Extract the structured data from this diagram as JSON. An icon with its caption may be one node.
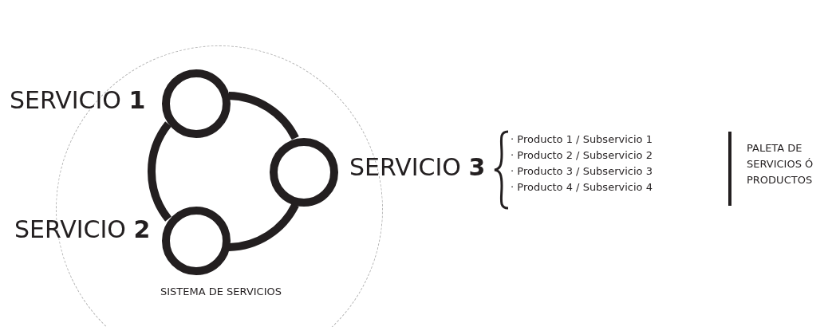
{
  "diagram": {
    "nodes": [
      {
        "text": [
          "SISTEMA DE SERVICIOS"
        ]
      },
      {
        "text": [],
        "shape": "circle",
        "in": 0,
        "beside": [
          "SERVICIO **1**"
        ]
      },
      {
        "text": [],
        "shape": "circle",
        "in": 0,
        "beside": [
          "SERVICIO **3**"
        ]
      },
      {
        "text": [],
        "shape": "circle",
        "in": 0,
        "beside": [
          "SERVICIO **2**"
        ]
      }
    ],
    "edges": [
      {
        "from": 1,
        "to": 2,
        "arrow": "none"
      },
      {
        "from": 2,
        "to": 3,
        "arrow": "none"
      },
      {
        "from": 3,
        "to": 1,
        "arrow": "none"
      }
    ],
    "labels": [
      "· Producto 1 / Subservicio 1",
      "· Producto 2 / Subservicio 2",
      "· Producto 3 / Subservicio 3",
      "· Producto 4 / Subservicio 4",
      "PALETA DE SERVICIOS Ó PRODUCTOS"
    ]
  }
}
